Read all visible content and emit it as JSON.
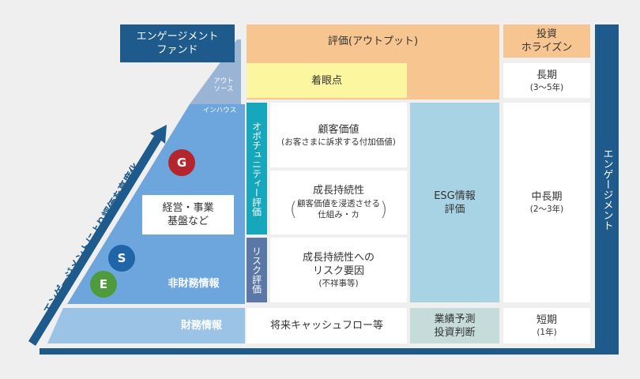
{
  "fund_label_line1": "エンゲージメント",
  "fund_label_line2": "ファンド",
  "evaluation_header": "評価(アウトプット)",
  "horizon_header_line1": "投資",
  "horizon_header_line2": "ホライズン",
  "outsource_label_line1": "アウト",
  "outsource_label_line2": "ソース",
  "inhouse_label": "インハウス",
  "focus_point": "着眼点",
  "horizon_long": {
    "main": "長期",
    "sub": "(3〜5年)"
  },
  "horizon_mid": {
    "main": "中長期",
    "sub": "(2〜3年)"
  },
  "horizon_short": {
    "main": "短期",
    "sub": "(1年)"
  },
  "opportunity_label": "オポチュニティー評価",
  "risk_label": "リスク評価",
  "customer_value": {
    "main": "顧客価値",
    "sub": "(お客さまに訴求する付加価値)"
  },
  "sustainability": {
    "main": "成長持続性",
    "sub1": "顧客価値を浸透させる",
    "sub2": "仕組み・カ"
  },
  "risk_factors": {
    "main1": "成長持続性への",
    "main2": "リスク要因",
    "sub": "(不祥事等)"
  },
  "esg": {
    "line1": "ESG情報",
    "line2": "評価"
  },
  "cashflow": "将来キャッシュフロー等",
  "forecast": {
    "line1": "業績予測",
    "line2": "投資判断"
  },
  "management_base_line1": "経営・事業",
  "management_base_line2": "基盤など",
  "non_financial": "非財務情報",
  "financial": "財務情報",
  "arrow_label": "エンゲージメントにより評価を高度化",
  "engagement_side_label": "エンゲージメント",
  "circles": {
    "g": "G",
    "s": "S",
    "e": "E"
  },
  "colors": {
    "navy": "#1f5a8c",
    "triangle": "#6ca6dc",
    "orange": "#f7c58f",
    "yellow": "#fdf6a0",
    "esg_blue": "#a7d3e4",
    "teal": "#16a7bd",
    "risk_blue": "#5b77a8",
    "grey_green": "#c6dcda",
    "g_red": "#b5252e",
    "s_blue": "#1f65a8",
    "e_green": "#4e9a3c"
  }
}
